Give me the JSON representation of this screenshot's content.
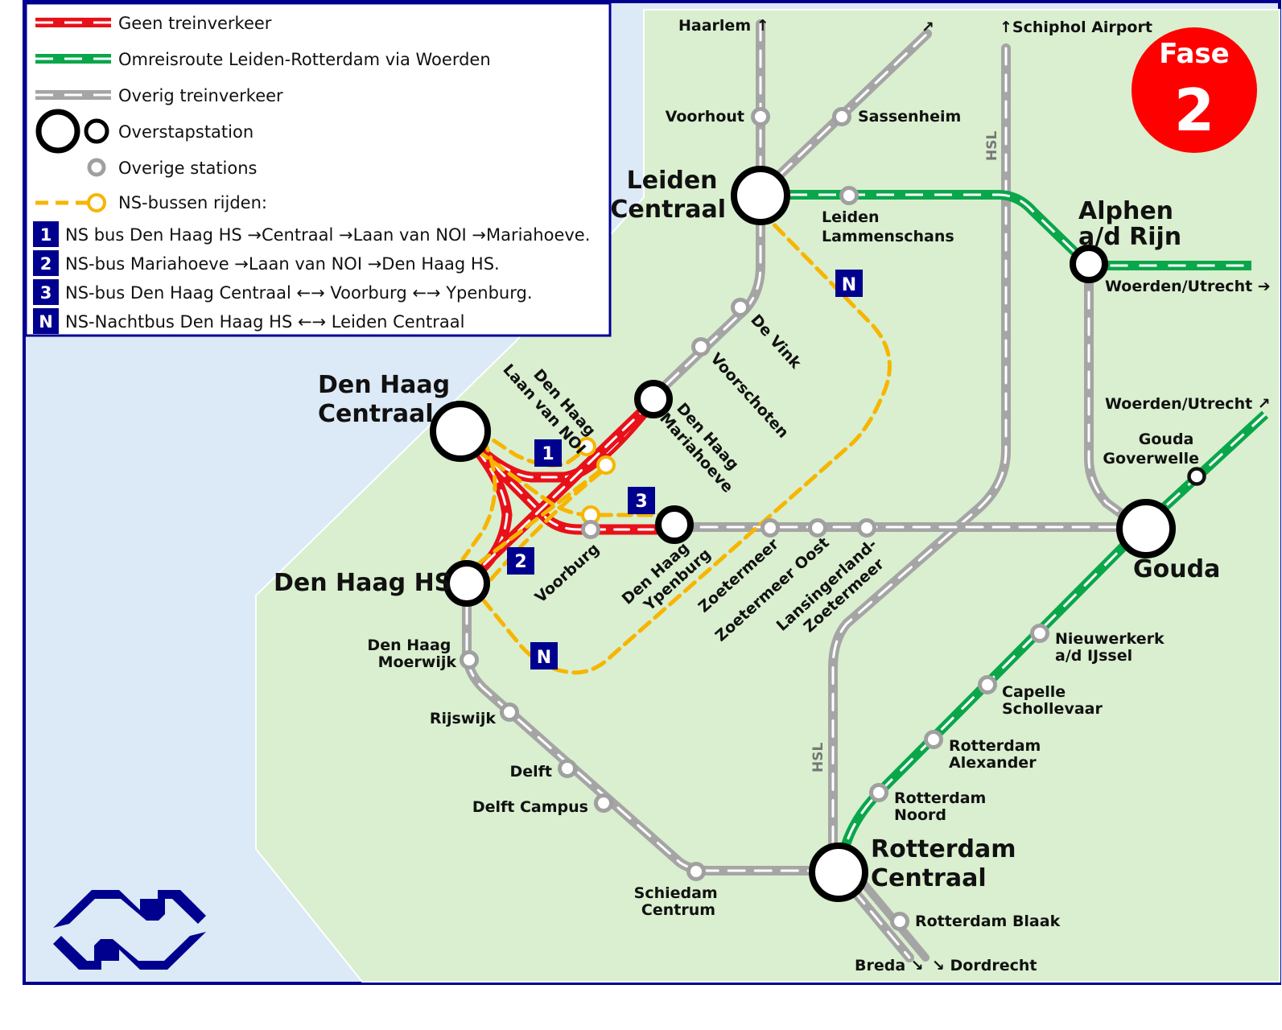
{
  "colors": {
    "sea": "#dce9f6",
    "land": "#d9efcf",
    "no_train": "#e8111a",
    "detour": "#0aa64a",
    "other_train": "#a5a5a5",
    "bus": "#f7b500",
    "ns_blue": "#00008f",
    "badge_red": "#ff0000"
  },
  "legend": {
    "items": [
      {
        "symbol": "red-line",
        "label": "Geen treinverkeer"
      },
      {
        "symbol": "green-line",
        "label": "Omreisroute Leiden-Rotterdam via Woerden"
      },
      {
        "symbol": "grey-line",
        "label": "Overig treinverkeer"
      },
      {
        "symbol": "transfer-station",
        "label": "Overstapstation"
      },
      {
        "symbol": "station",
        "label": "Overige stations"
      },
      {
        "symbol": "bus-line",
        "label": "NS-bussen rijden:"
      }
    ],
    "bus_routes": [
      {
        "code": "1",
        "label": "NS bus Den Haag HS →Centraal →Laan van NOI →Mariahoeve."
      },
      {
        "code": "2",
        "label": "NS-bus Mariahoeve →Laan van NOI →Den Haag HS."
      },
      {
        "code": "3",
        "label": "NS-bus Den Haag Centraal ←→ Voorburg ←→ Ypenburg."
      },
      {
        "code": "N",
        "label": "NS-Nachtbus Den Haag HS ←→ Leiden Centraal"
      }
    ]
  },
  "phase_badge": {
    "title": "Fase",
    "number": "2"
  },
  "map": {
    "route_markers": [
      "1",
      "2",
      "3",
      "N",
      "N"
    ],
    "track_labels": [
      "HSL",
      "HSL"
    ],
    "stations": {
      "haarlem": "Haarlem ↑",
      "schiphol": "↑Schiphol Airport",
      "northeast_arrow": "↗",
      "voorhout": "Voorhout",
      "sassenheim": "Sassenheim",
      "leiden_centraal": [
        "Leiden",
        "Centraal"
      ],
      "leiden_lammenschans": [
        "Leiden",
        "Lammenschans"
      ],
      "alphen": [
        "Alphen",
        "a/d Rijn"
      ],
      "woerden_utrecht_1": "Woerden/Utrecht ➔",
      "woerden_utrecht_2": "Woerden/Utrecht ↗",
      "gouda_goverwelle": [
        "Gouda",
        "Goverwelle"
      ],
      "gouda": "Gouda",
      "de_vink": "De Vink",
      "voorschoten": "Voorschoten",
      "den_haag_mariahoeve": [
        "Den Haag",
        "Mariahoeve"
      ],
      "den_haag_laan_van_noi": [
        "Den Haag",
        "Laan van NOI"
      ],
      "den_haag_centraal": [
        "Den Haag",
        "Centraal"
      ],
      "den_haag_hs": "Den Haag HS",
      "voorburg": "Voorburg",
      "den_haag_ypenburg": [
        "Den Haag",
        "Ypenburg"
      ],
      "zoetermeer": "Zoetermeer",
      "zoetermeer_oost": "Zoetermeer Oost",
      "lansingerland": [
        "Lansingerland-",
        "Zoetermeer"
      ],
      "den_haag_moerwijk": [
        "Den Haag",
        "Moerwijk"
      ],
      "rijswijk": "Rijswijk",
      "delft": "Delft",
      "delft_campus": "Delft Campus",
      "schiedam_centrum": [
        "Schiedam",
        "Centrum"
      ],
      "rotterdam_centraal": [
        "Rotterdam",
        "Centraal"
      ],
      "rotterdam_blaak": "Rotterdam Blaak",
      "breda": "Breda ↘",
      "dordrecht": "↘ Dordrecht",
      "nieuwerkerk": [
        "Nieuwerkerk",
        "a/d IJssel"
      ],
      "capelle": [
        "Capelle",
        "Schollevaar"
      ],
      "rotterdam_alexander": [
        "Rotterdam",
        "Alexander"
      ],
      "rotterdam_noord": [
        "Rotterdam",
        "Noord"
      ]
    }
  }
}
